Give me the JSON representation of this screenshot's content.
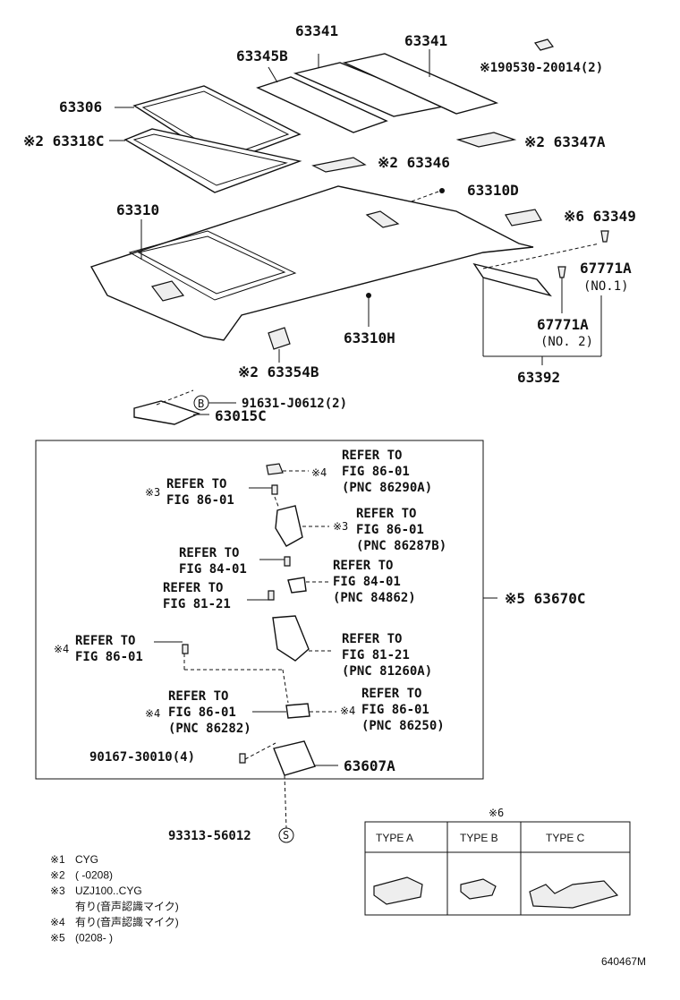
{
  "labels": {
    "p63341a": "63341",
    "p63341b": "63341",
    "p63345B": "63345B",
    "p190530": "※190530-20014(2)",
    "p63306": "63306",
    "p63318C": "※2 63318C",
    "p63347A": "※2 63347A",
    "p63346": "※2 63346",
    "p63310D": "63310D",
    "p63310": "63310",
    "p63349": "※6 63349",
    "p67771A1": "67771A",
    "p67771A1sub": "(NO.1)",
    "p67771A2": "67771A",
    "p67771A2sub": "(NO. 2)",
    "p63310H": "63310H",
    "p63354B": "※2 63354B",
    "p63392": "63392",
    "p91631": "91631-J0612(2)",
    "p63015C": "63015C",
    "p63670C": "※5 63670C",
    "p90167": "90167-30010(4)",
    "p63607A": "63607A",
    "p93313": "93313-56012",
    "circleB": "B",
    "circleS": "S",
    "code": "640467M"
  },
  "refs": [
    {
      "mark": "※4",
      "lines": [
        "REFER TO",
        "FIG 86-01",
        "(PNC 86290A)"
      ]
    },
    {
      "mark": "※3",
      "lines": [
        "REFER TO",
        "FIG 86-01"
      ]
    },
    {
      "mark": "※3",
      "lines": [
        "REFER TO",
        "FIG 86-01",
        "(PNC 86287B)"
      ]
    },
    {
      "mark": "",
      "lines": [
        "REFER TO",
        "FIG 84-01"
      ]
    },
    {
      "mark": "",
      "lines": [
        "REFER TO",
        "FIG 84-01",
        "(PNC 84862)"
      ]
    },
    {
      "mark": "",
      "lines": [
        "REFER TO",
        "FIG 81-21"
      ]
    },
    {
      "mark": "※4",
      "lines": [
        "REFER TO",
        "FIG 86-01"
      ]
    },
    {
      "mark": "",
      "lines": [
        "REFER TO",
        "FIG 81-21",
        "(PNC 81260A)"
      ]
    },
    {
      "mark": "※4",
      "lines": [
        "REFER TO",
        "FIG 86-01",
        "(PNC 86282)"
      ]
    },
    {
      "mark": "※4",
      "lines": [
        "REFER TO",
        "FIG 86-01",
        "(PNC 86250)"
      ]
    }
  ],
  "type_table": {
    "mark": "※6",
    "headers": [
      "TYPE A",
      "TYPE B",
      "TYPE C"
    ]
  },
  "footnotes": [
    {
      "mark": "※1",
      "text": "CYG"
    },
    {
      "mark": "※2",
      "text": "(     -0208)"
    },
    {
      "mark": "※3",
      "text": "UZJ100..CYG"
    },
    {
      "mark": "",
      "text": "有り(音声認識マイク)"
    },
    {
      "mark": "※4",
      "text": "有り(音声認識マイク)"
    },
    {
      "mark": "※5",
      "text": "(0208-      )"
    }
  ]
}
